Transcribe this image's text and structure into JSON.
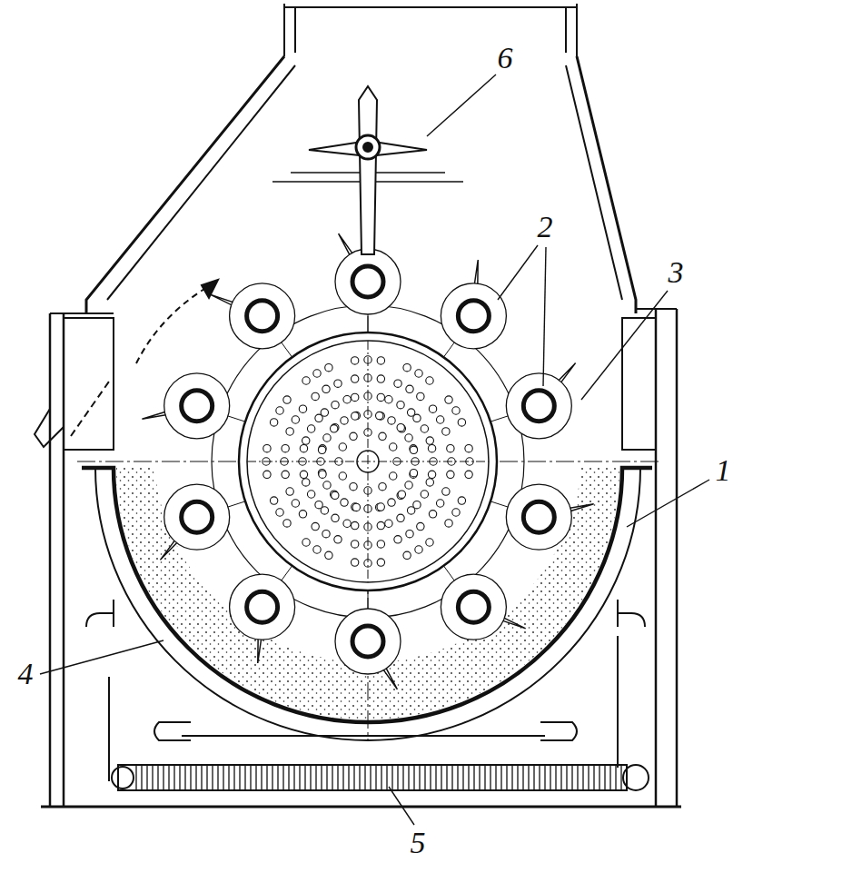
{
  "diagram": {
    "labels": [
      "6",
      "2",
      "3",
      "1",
      "4",
      "5"
    ]
  }
}
